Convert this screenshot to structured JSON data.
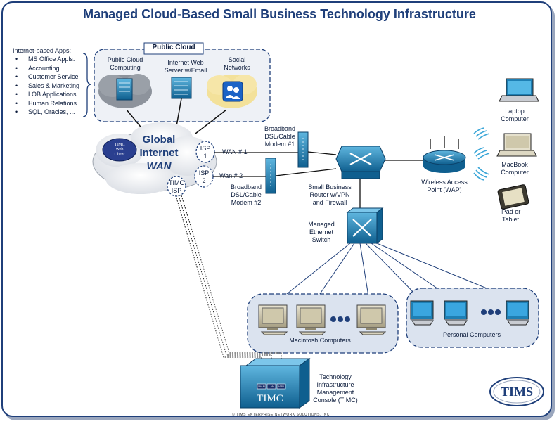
{
  "title": "Managed Cloud-Based Small Business Technology Infrastructure",
  "apps": {
    "heading": "Internet-based Apps:",
    "items": [
      "MS Office Appls.",
      "Accounting",
      "Customer Service",
      "Sales & Marketing",
      "LOB Applications",
      "Human Relations",
      "SQL, Oracles, ..."
    ]
  },
  "public_cloud": {
    "label": "Public Cloud",
    "computing": [
      "Public Cloud",
      "Computing"
    ],
    "web_server": [
      "Internet Web",
      "Server w/Email"
    ],
    "social": [
      "Social",
      "Networks"
    ]
  },
  "internet": {
    "lines": [
      "Global",
      "Internet",
      "WAN"
    ],
    "web_client": [
      "TIMC",
      "Web",
      "Client"
    ],
    "isp1": [
      "ISP",
      "1"
    ],
    "isp2": [
      "ISP",
      "2"
    ],
    "timc_isp": [
      "TIMC",
      "ISP"
    ]
  },
  "wan1": "WAN # 1",
  "wan2": "Wan # 2",
  "modem1": [
    "Broadband",
    "DSL/Cable",
    "Modem #1"
  ],
  "modem2": [
    "Broadband",
    "DSL/Cable",
    "Modem #2"
  ],
  "router": [
    "Small Business",
    "Router w/VPN",
    "and Firewall"
  ],
  "switch": [
    "Managed",
    "Ethernet",
    "Switch"
  ],
  "wap": [
    "Wireless Access",
    "Point (WAP)"
  ],
  "laptop": [
    "Laptop",
    "Computer"
  ],
  "macbook": [
    "MacBook",
    "Computer"
  ],
  "ipad": [
    "iPad or",
    "Tablet"
  ],
  "mac_group": "Macintosh Computers",
  "pc_group": "Personal Computers",
  "timc": {
    "label": "TIMC",
    "ports": [
      "WAN",
      "LAN",
      "VPN"
    ],
    "caption": [
      "Technology",
      "Infrastructure",
      "Management",
      "Console (TIMC)"
    ]
  },
  "logo": "TIMS",
  "footer": "© TIMS ENTERPRISE NETWORK SOLUTIONS, INC",
  "colors": {
    "title": "#1f3f7a",
    "device_blue": "#1e7fb4",
    "group_fill": "#dbe3ef",
    "line": "#1f3f7a"
  }
}
